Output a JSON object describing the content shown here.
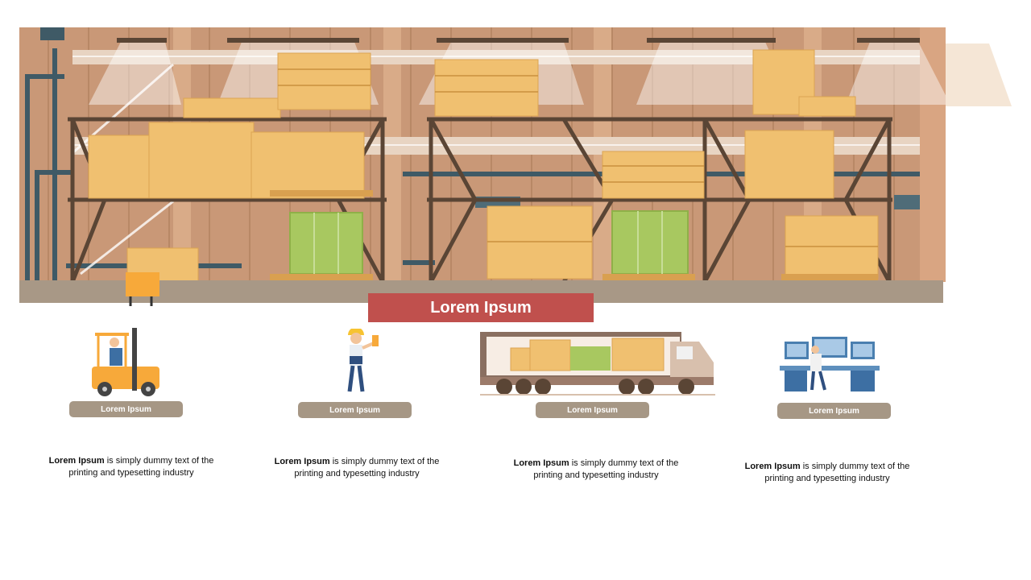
{
  "banner": {
    "title": "Lorem Ipsum"
  },
  "items": [
    {
      "label": "Lorem Ipsum",
      "desc_bold": "Lorem Ipsum",
      "desc_rest": " is simply dummy text of the printing and typesetting industry",
      "icon": "forklift-icon"
    },
    {
      "label": "Lorem Ipsum",
      "desc_bold": "Lorem Ipsum",
      "desc_rest": " is simply dummy text of the printing and typesetting industry",
      "icon": "worker-scanner-icon"
    },
    {
      "label": "Lorem Ipsum",
      "desc_bold": "Lorem Ipsum",
      "desc_rest": " is simply dummy text of the printing and typesetting industry",
      "icon": "delivery-truck-icon"
    },
    {
      "label": "Lorem Ipsum",
      "desc_bold": "Lorem Ipsum",
      "desc_rest": " is simply dummy text of the printing and typesetting industry",
      "icon": "control-desk-icon"
    }
  ],
  "colors": {
    "banner": "#c0504d",
    "pill": "#a69785",
    "wall": "#c99877",
    "floor": "#a89886",
    "shelf": "#5a4535",
    "box": "#f0c070",
    "barrel": "#a8c860"
  }
}
